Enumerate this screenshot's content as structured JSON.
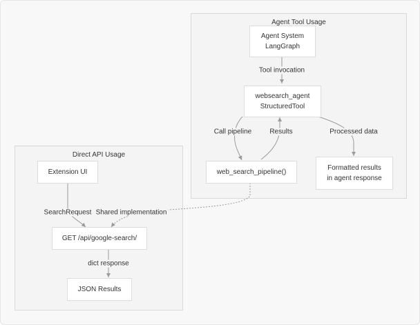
{
  "clusters": {
    "agent": {
      "title": "Agent Tool Usage"
    },
    "direct": {
      "title": "Direct API Usage"
    }
  },
  "nodes": {
    "agent_system": {
      "line1": "Agent System",
      "line2": "LangGraph"
    },
    "websearch_agent": {
      "line1": "websearch_agent",
      "line2": "StructuredTool"
    },
    "pipeline": {
      "label": "web_search_pipeline()"
    },
    "formatted": {
      "line1": "Formatted results",
      "line2": "in agent response"
    },
    "extension_ui": {
      "label": "Extension UI"
    },
    "google_search": {
      "label": "GET /api/google-search/"
    },
    "json_results": {
      "label": "JSON Results"
    }
  },
  "edges": {
    "tool_invocation": "Tool invocation",
    "call_pipeline": "Call pipeline",
    "results": "Results",
    "processed_data": "Processed data",
    "search_request": "SearchRequest",
    "shared_impl": "Shared implementation",
    "dict_response": "dict response"
  },
  "colors": {
    "edge": "#9a9a9a",
    "node_border": "#dcdcdc",
    "cluster_bg": "#f4f4f4"
  }
}
